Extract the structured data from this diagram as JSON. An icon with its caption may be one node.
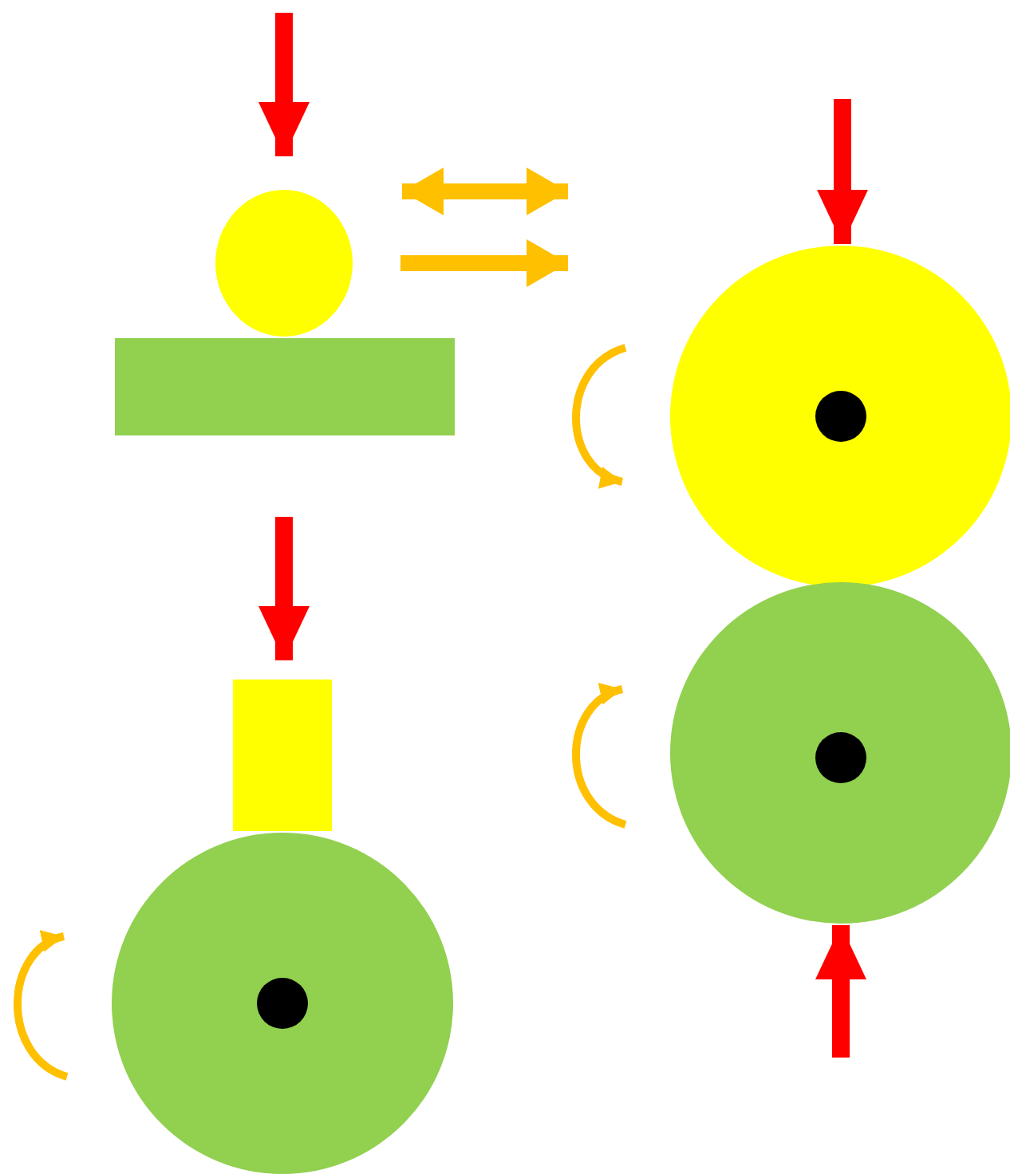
{
  "diagram": {
    "nodes": [
      {
        "text": [],
        "shape": "circle"
      },
      {
        "text": [],
        "shape": "box"
      },
      {
        "text": [],
        "shape": "circle"
      },
      {
        "text": [],
        "shape": "circle",
        "in": 2
      },
      {
        "text": [],
        "shape": "circle"
      },
      {
        "text": [],
        "shape": "circle",
        "in": 4
      },
      {
        "text": [],
        "shape": "box"
      },
      {
        "text": [],
        "shape": "circle"
      },
      {
        "text": [],
        "shape": "circle",
        "in": 7
      }
    ]
  }
}
